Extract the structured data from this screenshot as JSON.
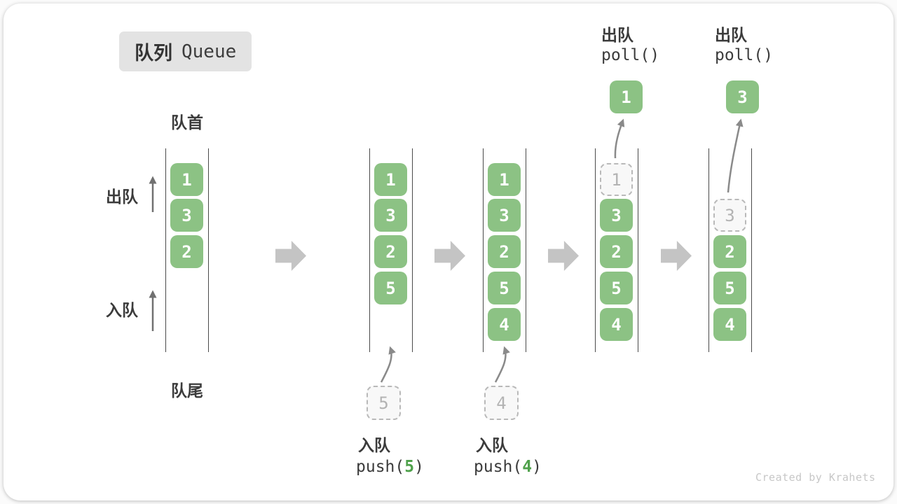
{
  "title": {
    "zh": "队列",
    "en": "Queue"
  },
  "side_labels": {
    "front": "队首",
    "rear": "队尾",
    "dequeue": "出队",
    "enqueue": "入队"
  },
  "top_ops": [
    {
      "zh": "出队",
      "code": "poll()"
    },
    {
      "zh": "出队",
      "code": "poll()"
    }
  ],
  "bottom_ops": [
    {
      "zh": "入队",
      "fn": "push(",
      "arg": "5",
      "close": ")"
    },
    {
      "zh": "入队",
      "fn": "push(",
      "arg": "4",
      "close": ")"
    }
  ],
  "queues": [
    {
      "cells": [
        {
          "slot": 0,
          "v": "1"
        },
        {
          "slot": 1,
          "v": "3"
        },
        {
          "slot": 2,
          "v": "2"
        }
      ]
    },
    {
      "cells": [
        {
          "slot": 0,
          "v": "1"
        },
        {
          "slot": 1,
          "v": "3"
        },
        {
          "slot": 2,
          "v": "2"
        },
        {
          "slot": 3,
          "v": "5"
        }
      ]
    },
    {
      "cells": [
        {
          "slot": 0,
          "v": "1"
        },
        {
          "slot": 1,
          "v": "3"
        },
        {
          "slot": 2,
          "v": "2"
        },
        {
          "slot": 3,
          "v": "5"
        },
        {
          "slot": 4,
          "v": "4"
        }
      ]
    },
    {
      "cells": [
        {
          "slot": 0,
          "v": "1",
          "ghost": true
        },
        {
          "slot": 1,
          "v": "3"
        },
        {
          "slot": 2,
          "v": "2"
        },
        {
          "slot": 3,
          "v": "5"
        },
        {
          "slot": 4,
          "v": "4"
        }
      ]
    },
    {
      "cells": [
        {
          "slot": 1,
          "v": "3",
          "ghost": true
        },
        {
          "slot": 2,
          "v": "2"
        },
        {
          "slot": 3,
          "v": "5"
        },
        {
          "slot": 4,
          "v": "4"
        }
      ]
    }
  ],
  "ejected": [
    "1",
    "3"
  ],
  "pending": [
    "5",
    "4"
  ],
  "watermark": "Created by Krahets",
  "colors": {
    "cell_green": "#8cc284",
    "arg_green": "#4fa14b",
    "flow_arrow_gray": "#c4c4c4",
    "ghost_gray": "#b9b9b9",
    "badge_bg": "#e3e3e3",
    "text_dark": "#3b3b3b",
    "curve_arrow_gray": "#8a8a8a"
  }
}
